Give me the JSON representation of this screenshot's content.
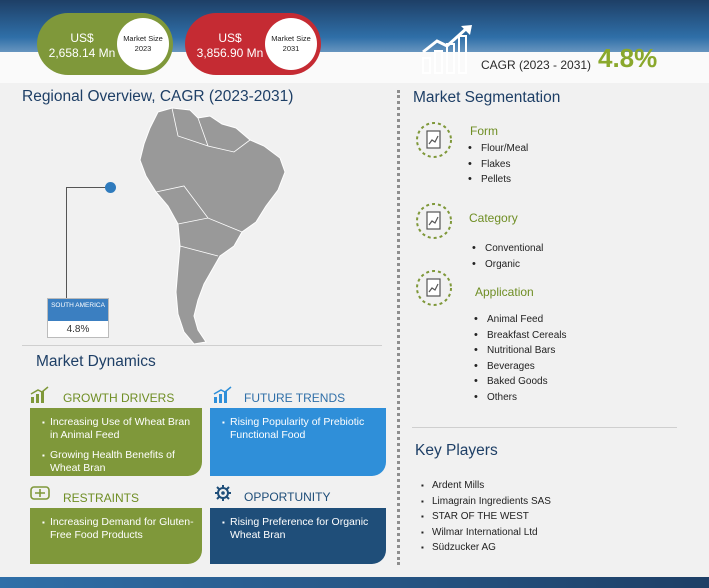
{
  "header": {
    "market_2023_value": "US$ 2,658.14 Mn",
    "market_2023_label": "Market Size 2023",
    "market_2031_value": "US$ 3,856.90 Mn",
    "market_2031_label": "Market Size 2031",
    "cagr_label": "CAGR (2023 - 2031)",
    "cagr_value": "4.8%"
  },
  "regional": {
    "title": "Regional Overview, CAGR (2023-2031)",
    "region_name": "SOUTH AMERICA",
    "region_cagr": "4.8%"
  },
  "dynamics": {
    "title": "Market Dynamics",
    "drivers": {
      "label": "GROWTH DRIVERS",
      "items": [
        "Increasing Use of Wheat Bran in Animal Feed",
        "Growing Health Benefits of Wheat Bran"
      ]
    },
    "trends": {
      "label": "FUTURE TRENDS",
      "items": [
        "Rising Popularity of Prebiotic Functional Food"
      ]
    },
    "restraints": {
      "label": "RESTRAINTS",
      "items": [
        "Increasing Demand for Gluten-Free Food Products"
      ]
    },
    "opportunity": {
      "label": "OPPORTUNITY",
      "items": [
        "Rising Preference for Organic Wheat Bran"
      ]
    }
  },
  "segmentation": {
    "title": "Market Segmentation",
    "form": {
      "label": "Form",
      "items": [
        "Flour/Meal",
        "Flakes",
        "Pellets"
      ]
    },
    "category": {
      "label": "Category",
      "items": [
        "Conventional",
        "Organic"
      ]
    },
    "application": {
      "label": "Application",
      "items": [
        "Animal Feed",
        "Breakfast Cereals",
        "Nutritional Bars",
        "Beverages",
        "Baked Goods",
        "Others"
      ]
    }
  },
  "key_players": {
    "title": "Key Players",
    "items": [
      "Ardent Mills",
      "Limagrain Ingredients SAS",
      "STAR OF THE WEST",
      "Wilmar International Ltd",
      "Südzucker AG"
    ]
  },
  "colors": {
    "green": "#7f983a",
    "red": "#c52b33",
    "blue": "#2f8fd9",
    "navy": "#1f4e79",
    "title_blue": "#1e3f66",
    "cagr_green": "#8aa82c"
  },
  "icons": [
    "growth-chart-icon",
    "bar-chart-icon",
    "restraints-icon",
    "opportunity-gear-icon",
    "segment-document-icon",
    "map-pin-icon"
  ]
}
